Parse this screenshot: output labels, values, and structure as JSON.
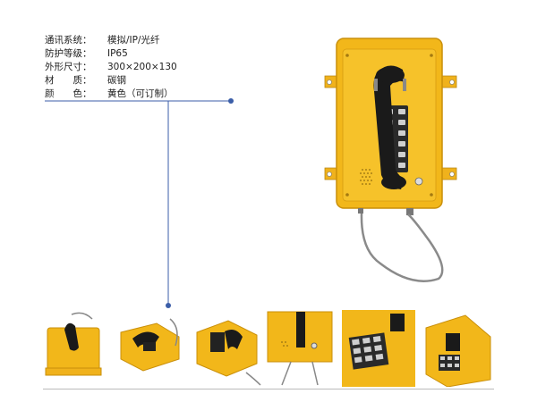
{
  "specs": [
    {
      "label": "通讯系统：",
      "value": "模拟/IP/光纤"
    },
    {
      "label": "防护等级：",
      "value": "IP65"
    },
    {
      "label": "外形尺寸：",
      "value": "300×200×130"
    },
    {
      "label": "材　　质：",
      "value": "碳钢"
    },
    {
      "label": "颜　　色：",
      "value": "黄色（可订制）"
    }
  ],
  "colors": {
    "housing": "#f2b71a",
    "housing_dark": "#c98f0a",
    "handset": "#1a1a1a",
    "bracket": "#f0b21c",
    "connector": "#3b5ea8"
  },
  "thumbnails": [
    {
      "name": "thumb-top-view"
    },
    {
      "name": "thumb-side-view"
    },
    {
      "name": "thumb-angle-view"
    },
    {
      "name": "thumb-front-view"
    },
    {
      "name": "thumb-keypad-closeup"
    },
    {
      "name": "thumb-cradle-closeup"
    }
  ]
}
